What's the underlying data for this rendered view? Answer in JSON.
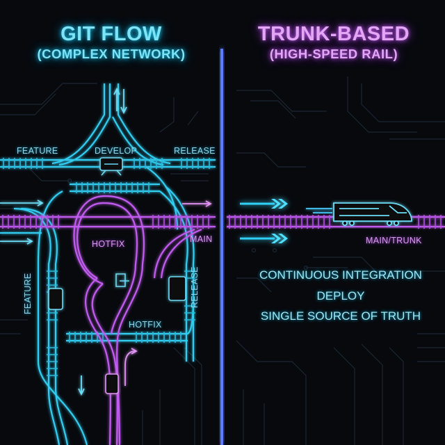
{
  "left_panel": {
    "title": "GIT FLOW",
    "subtitle": "(COMPLEX NETWORK)",
    "accent_color": "#39d4f5",
    "labels": {
      "feature_top": "FEATURE",
      "develop": "DEVELOP",
      "release_top": "RELEASE",
      "hotfix_top": "HOTFIX",
      "main": "MAIN",
      "feature_side": "FEATURE",
      "release_side": "RELEASE",
      "hotfix_bottom": "HOTFIX"
    }
  },
  "right_panel": {
    "title": "TRUNK-BASED",
    "subtitle": "(HIGH-SPEED RAIL)",
    "accent_color": "#c65df2",
    "track_label": "MAIN/TRUNK",
    "principles": [
      "CONTINUOUS INTEGRATION",
      "DEPLOY",
      "SINGLE SOURCE OF TRUTH"
    ]
  },
  "divider_color": "#5a7cff"
}
